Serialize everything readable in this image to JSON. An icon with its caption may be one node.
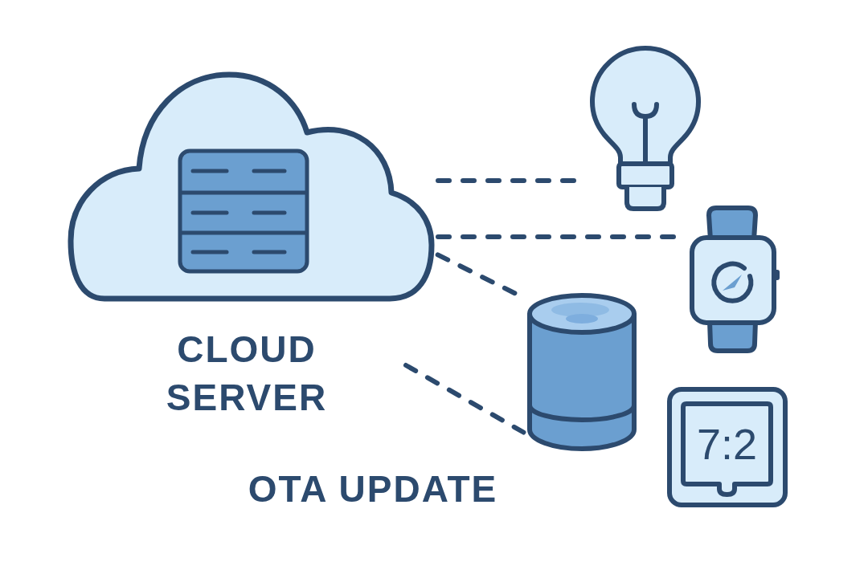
{
  "diagram": {
    "nodes": [
      {
        "text": [],
        "shape": "cloud",
        "beside": [
          "CLOUD SERVER"
        ]
      },
      {
        "text": [],
        "shape": "picture"
      },
      {
        "text": [],
        "shape": "picture"
      },
      {
        "text": [],
        "shape": "picture"
      },
      {
        "text": [
          "7:2"
        ]
      }
    ],
    "edges": [
      {
        "from": 0,
        "to": 1,
        "arrow": "none",
        "style": "dashed"
      },
      {
        "from": 0,
        "to": 2,
        "arrow": "none",
        "style": "dashed"
      },
      {
        "from": 0,
        "to": 3,
        "arrow": "none",
        "style": "dashed"
      },
      {
        "from": null,
        "to": 3,
        "arrow": "none",
        "style": "dashed"
      }
    ],
    "labels": [
      "OTA UPDATE"
    ]
  }
}
